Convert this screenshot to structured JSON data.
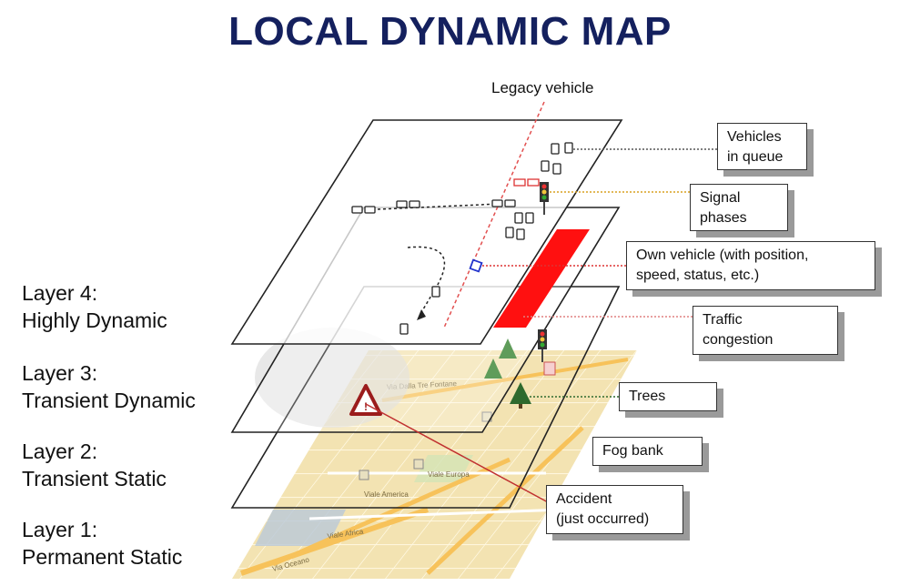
{
  "title": "LOCAL DYNAMIC MAP",
  "legacy_label": "Legacy vehicle",
  "layers": [
    {
      "line1": "Layer 4:",
      "line2": "Highly Dynamic"
    },
    {
      "line1": "Layer 3:",
      "line2": "Transient Dynamic"
    },
    {
      "line1": "Layer 2:",
      "line2": "Transient Static"
    },
    {
      "line1": "Layer 1:",
      "line2": "Permanent Static"
    }
  ],
  "callouts": {
    "vehicles_queue": {
      "line1": "Vehicles",
      "line2": "in queue"
    },
    "signal_phases": {
      "line1": "Signal",
      "line2": "phases"
    },
    "own_vehicle": {
      "line1": "Own vehicle (with position,",
      "line2": "speed, status, etc.)"
    },
    "traffic_congestion": {
      "line1": "Traffic",
      "line2": "congestion"
    },
    "trees": {
      "line1": "Trees"
    },
    "fog_bank": {
      "line1": "Fog bank"
    },
    "accident": {
      "line1": "Accident",
      "line2": "(just occurred)"
    }
  },
  "map_street_labels": [
    "Via Dalla Tre Fontane",
    "Viale Europa",
    "Viale America",
    "Viale Africa",
    "Via Oceano"
  ],
  "colors": {
    "title": "#14205e",
    "congestion": "#ff1010",
    "map": "#f0dca0",
    "roads": "#f7c25a",
    "accident": "#9b1c1c",
    "connector": "#555555"
  }
}
